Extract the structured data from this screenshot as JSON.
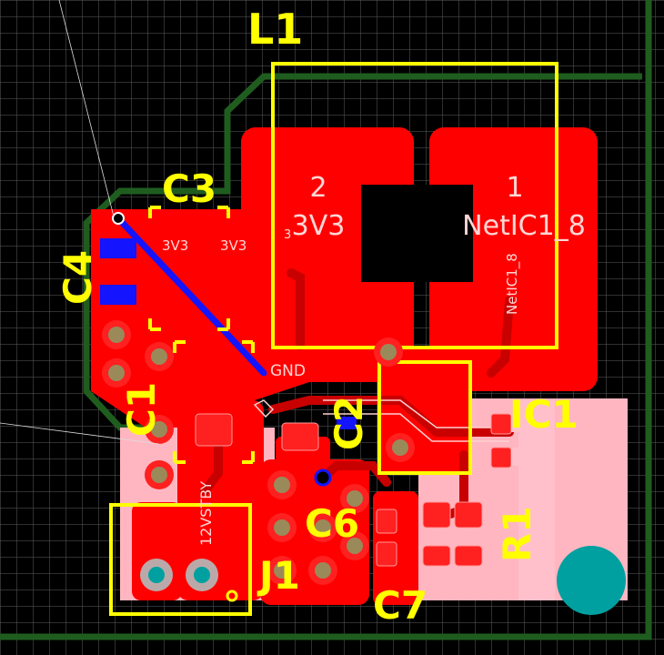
{
  "designators": {
    "l1": "L1",
    "c3": "C3",
    "c4": "C4",
    "c1": "C1",
    "c2": "C2",
    "c6": "C6",
    "c7": "C7",
    "ic1": "IC1",
    "r1": "R1",
    "j1": "J1"
  },
  "pads": {
    "l1_pad2": "2",
    "l1_pad1": "1"
  },
  "nets": {
    "l1_pad2_net": "3V3",
    "l1_pad1_net": "NetIC1_8",
    "l1_pad1_vertical": "NetIC1_8",
    "c3_left": "3V3",
    "c3_right": "3V3",
    "c3_small": "3",
    "gnd": "GND",
    "standby": "12VSTBY"
  },
  "colors": {
    "background": "#000000",
    "grid": "#6e6e6e",
    "top_copper": "#ff0000",
    "overlay": "#ffff00",
    "board_outline": "#1f5d1f",
    "bottom_copper": "#1414ff",
    "paste": "#ffb6c1",
    "via_hole": "#00a0a0"
  }
}
